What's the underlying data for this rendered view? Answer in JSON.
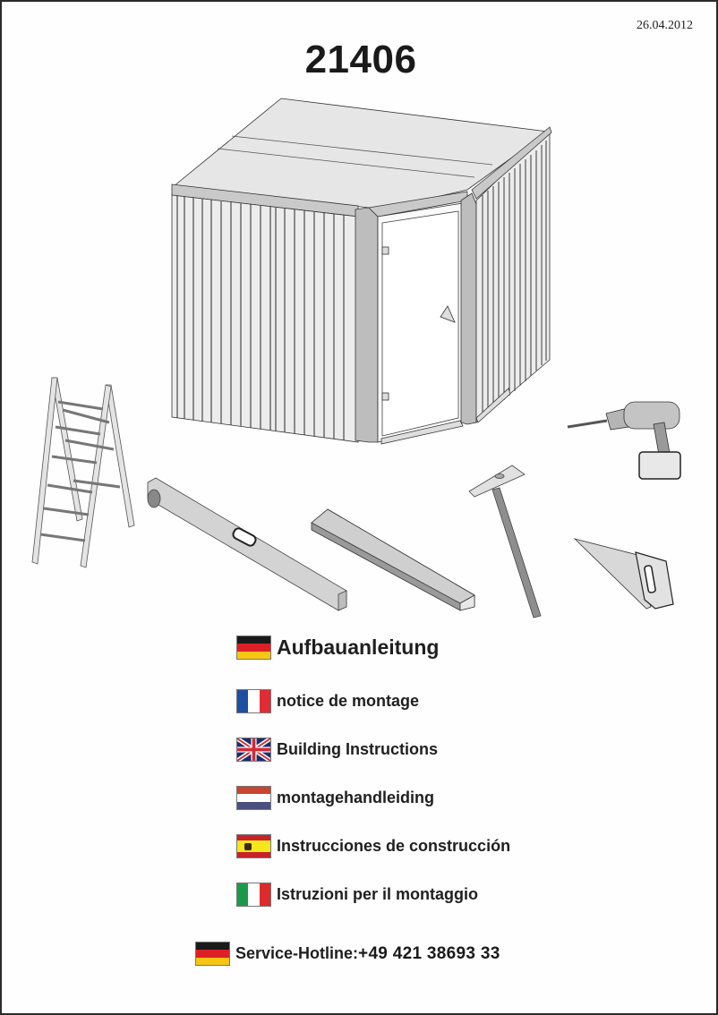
{
  "header": {
    "date": "26.04.2012",
    "model_number": "21406"
  },
  "illustrations": {
    "main": "shed-illustration",
    "tools": [
      "ladder",
      "spirit-level",
      "folding-ruler",
      "hammer",
      "cordless-drill",
      "hand-saw"
    ]
  },
  "languages": [
    {
      "flag": "germany",
      "label": "Aufbauanleitung",
      "primary": true
    },
    {
      "flag": "france",
      "label": "notice de montage"
    },
    {
      "flag": "united-kingdom",
      "label": "Building Instructions"
    },
    {
      "flag": "netherlands",
      "label": "montagehandleiding"
    },
    {
      "flag": "spain",
      "label": "Instrucciones de construcción"
    },
    {
      "flag": "italy",
      "label": "Istruzioni per il montaggio"
    }
  ],
  "hotline": {
    "flag": "germany",
    "label": "Service-Hotline:",
    "number": "+49 421 38693 33"
  },
  "colors": {
    "de_black": "#1a1a1a",
    "de_red": "#dd1f26",
    "de_gold": "#f7c515",
    "fr_blue": "#1f4fa0",
    "fr_red": "#e12b35",
    "uk_blue": "#1b2d6b",
    "uk_red": "#d02a36",
    "nl_red": "#c8452f",
    "nl_blue": "#4a4f80",
    "es_red": "#c8222a",
    "es_yellow": "#f6e61c",
    "it_green": "#1c9a4a",
    "it_red": "#dd2a2a"
  }
}
